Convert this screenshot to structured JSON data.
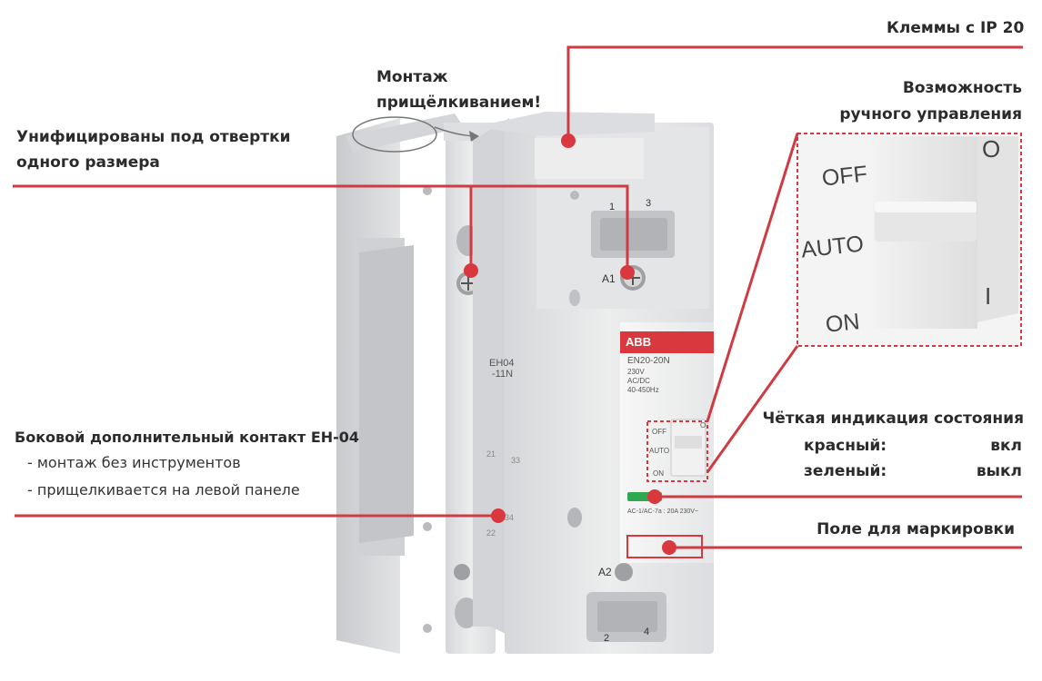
{
  "labels": {
    "terminals": "Клеммы с IP 20",
    "mounting_line1": "Монтаж",
    "mounting_line2": "прищёлкиванием!",
    "manual_line1": "Возможность",
    "manual_line2": "ручного  управления",
    "screwdriver_line1": "Унифицированы под отвертки",
    "screwdriver_line2": "одного размера",
    "aux_contact_title": "Боковой дополнительный контакт EH-04",
    "aux_bullet_1": "-  монтаж без инструментов",
    "aux_bullet_2": "-  прищелкивается на левой панеле",
    "indication_title": "Чёткая индикация состояния",
    "indication_red_label": "красный:",
    "indication_red_value": "вкл",
    "indication_green_label": "зеленый:",
    "indication_green_value": "выкл",
    "marking_field": "Поле для маркировки"
  },
  "device": {
    "brand": "ABB",
    "model": "EN20-20N",
    "spec_voltage": "230V",
    "spec_current": "AC/DC",
    "spec_freq": "40-450Hz",
    "rating": "AC-1/AC-7a : 20A 230V~",
    "terminal_top_left": "1",
    "terminal_top_right": "3",
    "terminal_bottom_left": "2",
    "terminal_bottom_right": "4",
    "coil_top": "A1",
    "coil_bottom": "A2"
  },
  "aux_device": {
    "model_line1": "EH04",
    "model_line2": "-11N",
    "contact_21": "21",
    "contact_33": "33",
    "contact_22": "22",
    "contact_34": "34"
  },
  "switch": {
    "pos_off": "OFF",
    "pos_auto": "AUTO",
    "pos_on": "ON",
    "mark_o": "O",
    "mark_i": "I"
  },
  "colors": {
    "accent_red": "#d9383f",
    "callout_line": "#cf3b42",
    "indicator_green": "#2fa84f",
    "device_body": "#e9e9eb"
  }
}
